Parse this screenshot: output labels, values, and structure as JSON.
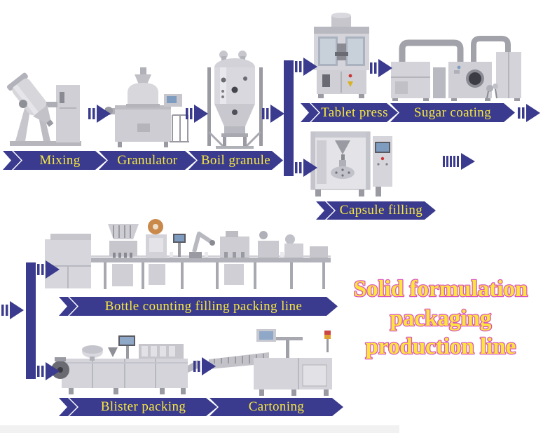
{
  "colors": {
    "accent": "#3a3a8e",
    "banner_text": "#f6e840",
    "title_fill": "#ffe43c",
    "title_outline": "#d957bd",
    "background": "#ffffff"
  },
  "title": {
    "lines": [
      "Solid formulation",
      "packaging",
      "production line"
    ]
  },
  "stages": {
    "mixing": {
      "label": "Mixing"
    },
    "granulator": {
      "label": "Granulator"
    },
    "boil_granule": {
      "label": "Boil granule"
    },
    "tablet_press": {
      "label": "Tablet press"
    },
    "sugar_coating": {
      "label": "Sugar coating"
    },
    "capsule_filling": {
      "label": "Capsule filling"
    },
    "bottle_line": {
      "label": "Bottle counting filling packing line"
    },
    "blister_packing": {
      "label": "Blister packing"
    },
    "cartoning": {
      "label": "Cartoning"
    }
  }
}
